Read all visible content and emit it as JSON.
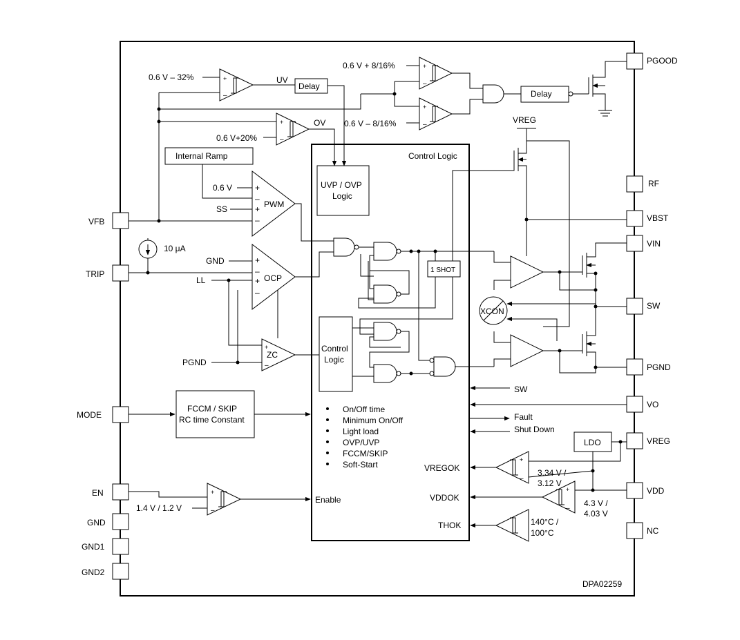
{
  "diagram_id": "DPA02259",
  "pins": {
    "left": {
      "vfb": "VFB",
      "trip": "TRIP",
      "mode": "MODE",
      "en": "EN",
      "gnd": "GND",
      "gnd1": "GND1",
      "gnd2": "GND2"
    },
    "right": {
      "pgood": "PGOOD",
      "rf": "RF",
      "vbst": "VBST",
      "vin": "VIN",
      "sw": "SW",
      "pgnd": "PGND",
      "vo": "VO",
      "vreg": "VREG",
      "vdd": "VDD",
      "nc": "NC"
    }
  },
  "blocks": {
    "delay1": "Delay",
    "delay2": "Delay",
    "internal_ramp": "Internal Ramp",
    "uvp_ovp": [
      "UVP / OVP",
      "Logic"
    ],
    "control_logic_title": "Control Logic",
    "control_logic_inner": [
      "Control",
      "Logic"
    ],
    "one_shot": "1 SHOT",
    "xcon": "XCON",
    "fccm": [
      "FCCM / SKIP",
      "RC time Constant"
    ],
    "ldo": "LDO"
  },
  "comparators": {
    "pwm": "PWM",
    "ocp": "OCP",
    "zc": "ZC"
  },
  "labels": {
    "uv_ref": "0.6 V – 32%",
    "uv": "UV",
    "ov": "OV",
    "ov_ref": "0.6 V+20%",
    "pg_hi": "0.6 V + 8/16%",
    "pg_lo": "0.6 V – 8/16%",
    "pwm_ref": "0.6 V",
    "ss": "SS",
    "current": "10 μA",
    "gnd_in": "GND",
    "ll": "LL",
    "pgnd_in": "PGND",
    "en_ref": "1.4 V / 1.2 V",
    "enable": "Enable",
    "vreg_top": "VREG",
    "sw_in": "SW",
    "fault": "Fault",
    "shutdown": "Shut Down",
    "vregok": "VREGOK",
    "vddok": "VDDOK",
    "thok": "THOK",
    "vregok_ref": [
      "3.34 V /",
      "3.12 V"
    ],
    "vddok_ref": [
      "4.3 V /",
      "4.03 V"
    ],
    "thok_ref": [
      "140°C /",
      "100°C"
    ]
  },
  "features": [
    "On/Off time",
    "Minimum On/Off",
    "Light load",
    "OVP/UVP",
    "FCCM/SKIP",
    "Soft-Start"
  ]
}
